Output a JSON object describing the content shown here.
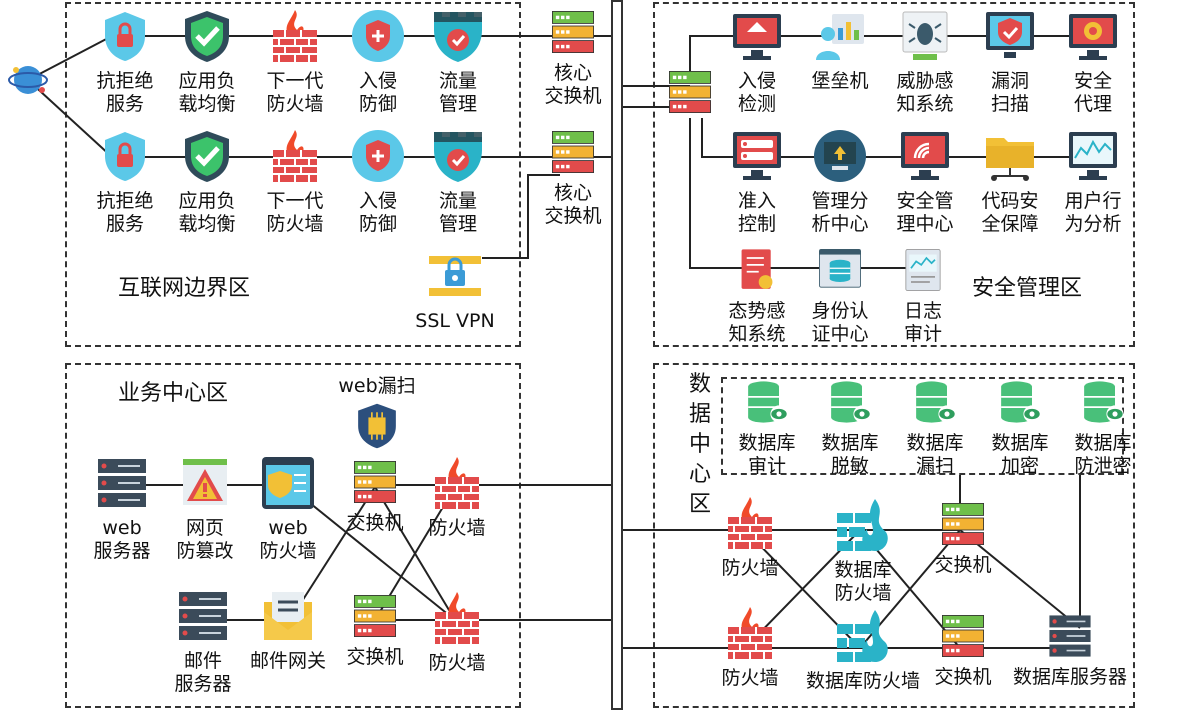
{
  "zones": {
    "internet": "互联网边界区",
    "security": "安全管理区",
    "business": "业务中心区",
    "datacenter": "数据中心区"
  },
  "internet_row1": [
    {
      "label": "抗拒绝\n服务",
      "icon": "shield-lock-icon"
    },
    {
      "label": "应用负\n载均衡",
      "icon": "check-shield-icon"
    },
    {
      "label": "下一代\n防火墙",
      "icon": "firewall-icon"
    },
    {
      "label": "入侵\n防御",
      "icon": "plus-shield-icon"
    },
    {
      "label": "流量\n管理",
      "icon": "castle-shield-icon"
    },
    {
      "label": "核心\n交换机",
      "icon": "switch-icon"
    }
  ],
  "internet_row2": [
    {
      "label": "抗拒绝\n服务",
      "icon": "shield-lock-icon"
    },
    {
      "label": "应用负\n载均衡",
      "icon": "check-shield-icon"
    },
    {
      "label": "下一代\n防火墙",
      "icon": "firewall-icon"
    },
    {
      "label": "入侵\n防御",
      "icon": "plus-shield-icon"
    },
    {
      "label": "流量\n管理",
      "icon": "castle-shield-icon"
    },
    {
      "label": "核心\n交换机",
      "icon": "switch-icon"
    }
  ],
  "ssl_vpn": {
    "label": "SSL VPN",
    "icon": "vpn-lock-icon"
  },
  "security_row1": [
    {
      "label": "入侵\n检测",
      "icon": "monitor-alert-icon"
    },
    {
      "label": "堡垒机",
      "icon": "user-dashboard-icon"
    },
    {
      "label": "威胁感\n知系统",
      "icon": "bug-scan-icon"
    },
    {
      "label": "漏洞\n扫描",
      "icon": "shield-scan-icon"
    },
    {
      "label": "安全\n代理",
      "icon": "gear-monitor-icon"
    }
  ],
  "security_row2": [
    {
      "label": "准入\n控制",
      "icon": "access-monitor-icon"
    },
    {
      "label": "管理分\n析中心",
      "icon": "upload-monitor-icon"
    },
    {
      "label": "安全管\n理中心",
      "icon": "wifi-monitor-icon"
    },
    {
      "label": "代码安\n全保障",
      "icon": "folder-network-icon"
    },
    {
      "label": "用户行\n为分析",
      "icon": "chart-monitor-icon"
    }
  ],
  "security_row3": [
    {
      "label": "态势感\n知系统",
      "icon": "document-icon"
    },
    {
      "label": "身份认\n证中心",
      "icon": "database-window-icon"
    },
    {
      "label": "日志\n审计",
      "icon": "log-chart-icon"
    }
  ],
  "business": {
    "web_server": {
      "label": "web\n服务器",
      "icon": "server-icon"
    },
    "tamper": {
      "label": "网页\n防篡改",
      "icon": "warning-page-icon"
    },
    "web_fw": {
      "label": "web\n防火墙",
      "icon": "shield-window-icon"
    },
    "switch1": {
      "label": "交换机",
      "icon": "switch-icon"
    },
    "fw1": {
      "label": "防火墙",
      "icon": "firewall-icon"
    },
    "web_scan": {
      "label": "web漏扫",
      "icon": "chip-shield-icon"
    },
    "mail_server": {
      "label": "邮件\n服务器",
      "icon": "server-icon"
    },
    "mail_gw": {
      "label": "邮件网关",
      "icon": "mail-icon"
    },
    "switch2": {
      "label": "交换机",
      "icon": "switch-icon"
    },
    "fw2": {
      "label": "防火墙",
      "icon": "firewall-icon"
    }
  },
  "datacenter": {
    "db_tools": [
      {
        "label": "数据库\n审计",
        "icon": "database-eye-icon"
      },
      {
        "label": "数据库\n脱敏",
        "icon": "database-eye-icon"
      },
      {
        "label": "数据库\n漏扫",
        "icon": "database-eye-icon"
      },
      {
        "label": "数据库\n加密",
        "icon": "database-eye-icon"
      },
      {
        "label": "数据库\n防泄密",
        "icon": "database-eye-icon"
      }
    ],
    "fw1": {
      "label": "防火墙",
      "icon": "firewall-icon"
    },
    "dbfw1": {
      "label": "数据库\n防火墙",
      "icon": "db-firewall-icon"
    },
    "switch1": {
      "label": "交换机",
      "icon": "switch-icon"
    },
    "fw2": {
      "label": "防火墙",
      "icon": "firewall-icon"
    },
    "dbfw2": {
      "label": "数据库防火墙",
      "icon": "db-firewall-icon"
    },
    "switch2": {
      "label": "交换机",
      "icon": "switch-icon"
    },
    "db_server": {
      "label": "数据库服务器",
      "icon": "server-icon"
    }
  }
}
